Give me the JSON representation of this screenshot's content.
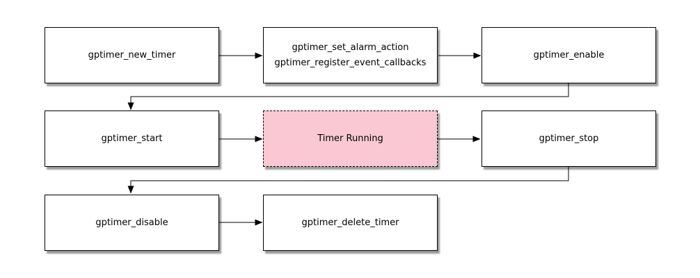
{
  "diagram": {
    "type": "flowchart",
    "colors": {
      "canvas_bg": "#ffffff",
      "node_fill": "#ffffff",
      "node_border": "#000000",
      "highlight_fill": "#f9c8d3",
      "edge": "#000000",
      "text": "#000000",
      "shadow": "rgba(0,0,0,0.4)"
    },
    "nodes": [
      {
        "id": "gptimer_new_timer",
        "lines": [
          "gptimer_new_timer"
        ],
        "style": "solid"
      },
      {
        "id": "gptimer_config",
        "lines": [
          "gptimer_set_alarm_action",
          "gptimer_register_event_callbacks"
        ],
        "style": "solid"
      },
      {
        "id": "gptimer_enable",
        "lines": [
          "gptimer_enable"
        ],
        "style": "solid"
      },
      {
        "id": "gptimer_start",
        "lines": [
          "gptimer_start"
        ],
        "style": "solid"
      },
      {
        "id": "timer_running",
        "lines": [
          "Timer Running"
        ],
        "style": "highlight-dashed"
      },
      {
        "id": "gptimer_stop",
        "lines": [
          "gptimer_stop"
        ],
        "style": "solid"
      },
      {
        "id": "gptimer_disable",
        "lines": [
          "gptimer_disable"
        ],
        "style": "solid"
      },
      {
        "id": "gptimer_delete_timer",
        "lines": [
          "gptimer_delete_timer"
        ],
        "style": "solid"
      }
    ],
    "edges": [
      {
        "from": "gptimer_new_timer",
        "to": "gptimer_config"
      },
      {
        "from": "gptimer_config",
        "to": "gptimer_enable"
      },
      {
        "from": "gptimer_enable",
        "to": "gptimer_start"
      },
      {
        "from": "gptimer_start",
        "to": "timer_running"
      },
      {
        "from": "timer_running",
        "to": "gptimer_stop"
      },
      {
        "from": "gptimer_stop",
        "to": "gptimer_disable"
      },
      {
        "from": "gptimer_disable",
        "to": "gptimer_delete_timer"
      }
    ]
  }
}
